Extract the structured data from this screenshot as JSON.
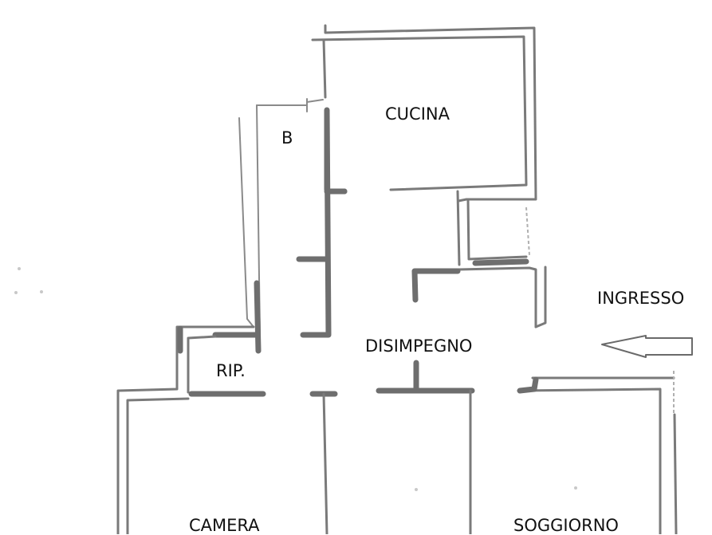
{
  "floor_plan": {
    "rooms": {
      "cucina": {
        "label": "CUCINA"
      },
      "bagno": {
        "label": "B"
      },
      "ingresso": {
        "label": "INGRESSO"
      },
      "disimpegno": {
        "label": "DISIMPEGNO"
      },
      "ripostiglio": {
        "label": "RIP."
      },
      "camera": {
        "label": "CAMERA"
      },
      "soggiorno": {
        "label": "SOGGIORNO"
      }
    },
    "entrance_arrow": {
      "direction": "left",
      "icon": "arrow-left-icon"
    },
    "colors": {
      "wall": "#7a7a7a",
      "text": "#111111",
      "background": "#ffffff"
    }
  }
}
